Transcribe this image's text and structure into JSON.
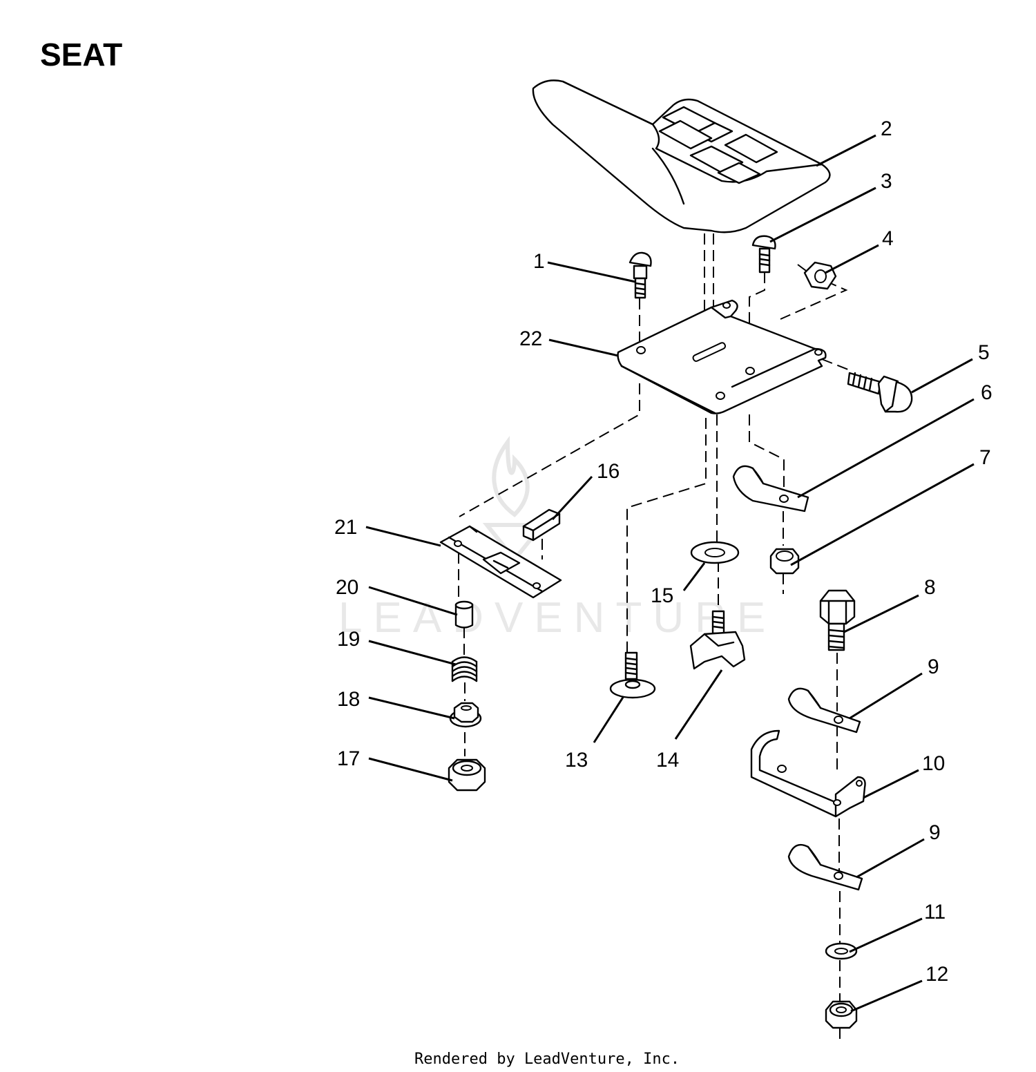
{
  "title": "SEAT",
  "footer": "Rendered by LeadVenture, Inc.",
  "watermark": "LEADVENTURE",
  "callouts": [
    "1",
    "2",
    "3",
    "4",
    "5",
    "6",
    "7",
    "8",
    "9",
    "10",
    "9",
    "11",
    "12",
    "13",
    "14",
    "15",
    "16",
    "17",
    "18",
    "19",
    "20",
    "21",
    "22"
  ]
}
